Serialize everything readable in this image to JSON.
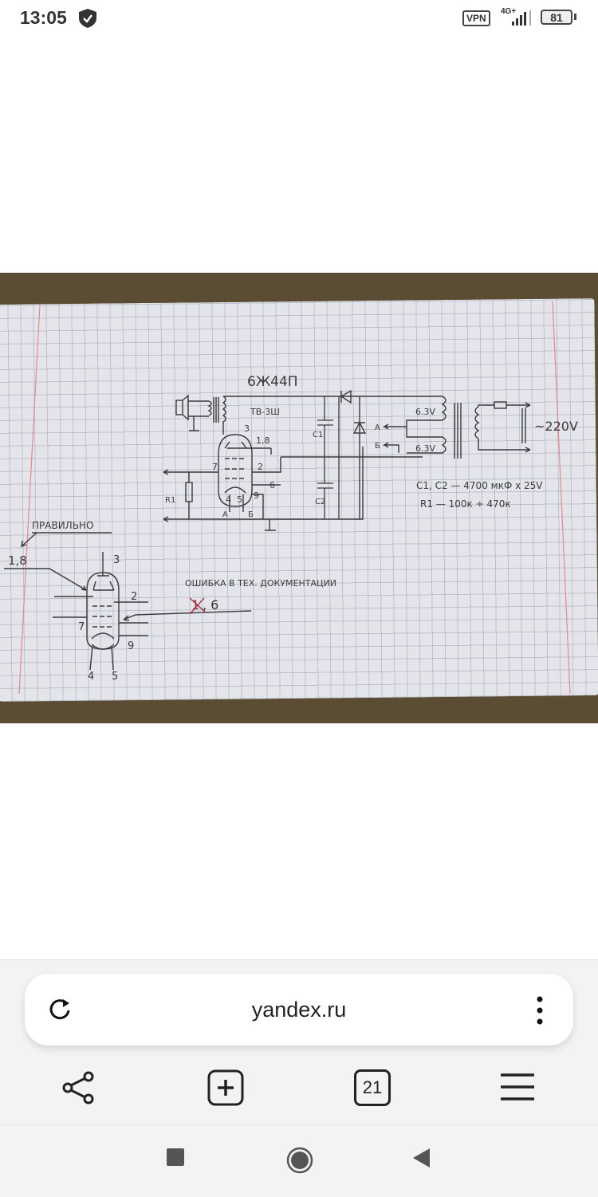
{
  "status_bar": {
    "time": "13:05",
    "vpn": "VPN",
    "network": "4G+",
    "battery": "81"
  },
  "photo": {
    "title": "6Ж44П",
    "transformer": "ТВ-3Ш",
    "pin_3": "3",
    "pin_1_8": "1,8",
    "pin_7": "7",
    "pin_2": "2",
    "pin_6": "6",
    "pin_9": "9",
    "pin_4": "4",
    "pin_5": "5",
    "label_a": "А",
    "label_b": "Б",
    "r1": "R1",
    "c1": "C1",
    "c2": "C2",
    "v1": "6.3V",
    "v2": "6.3V",
    "mains": "~220V",
    "spec_c": "C1, C2 — 4700 мкФ x 25V",
    "spec_r": "R1 — 100к ÷ 470к",
    "correct": "ПРАВИЛЬНО",
    "correct_pins": "1,8",
    "error_note": "ОШИБКА В ТЕХ. ДОКУМЕНТАЦИИ",
    "error_struck": "1",
    "error_pins": ", 6",
    "lower_pin_3": "3",
    "lower_pin_2": "2",
    "lower_pin_7": "7",
    "lower_pin_9": "9",
    "lower_pin_4": "4",
    "lower_pin_5": "5"
  },
  "browser": {
    "url": "yandex.ru",
    "tabs_count": "21"
  },
  "colors": {
    "ink": "#3a3a3e",
    "red_ink": "#b0303a",
    "paper": "#e4e5ea",
    "table": "#5b4d33"
  }
}
